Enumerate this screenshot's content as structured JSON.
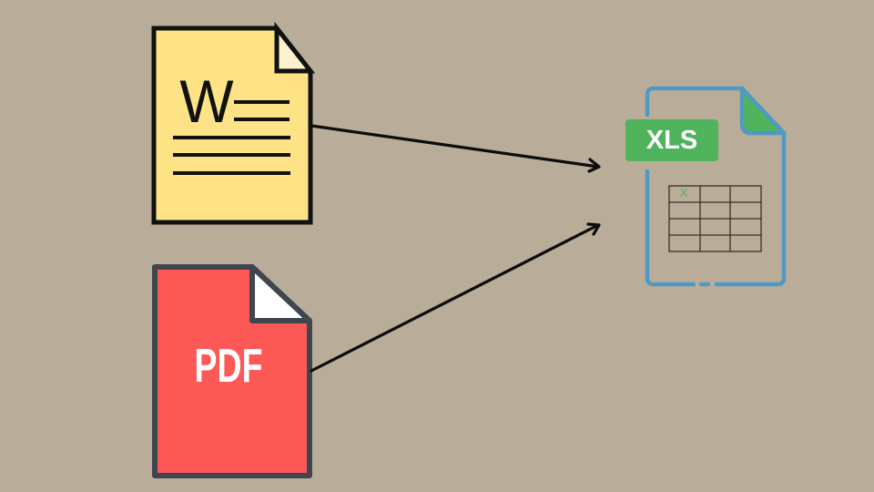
{
  "diagram": {
    "background": "#b9ad99",
    "sources": [
      {
        "id": "word",
        "letter": "W",
        "fill": "#fde385",
        "fold_fill": "#fdf0cc",
        "stroke": "#111111"
      },
      {
        "id": "pdf",
        "label": "PDF",
        "fill": "#fd5956",
        "fold_fill": "#ffffff",
        "stroke": "#3f4650",
        "text_color": "#ffffff"
      }
    ],
    "target": {
      "id": "xls",
      "label": "XLS",
      "cell_mark": "X",
      "badge_color": "#4fb45c",
      "outline_color": "#4f99c2",
      "fold_fill": "#4fb45c",
      "grid_rows": 4,
      "grid_cols": 3
    },
    "arrows": [
      {
        "from": "word",
        "to": "xls"
      },
      {
        "from": "pdf",
        "to": "xls"
      }
    ]
  }
}
